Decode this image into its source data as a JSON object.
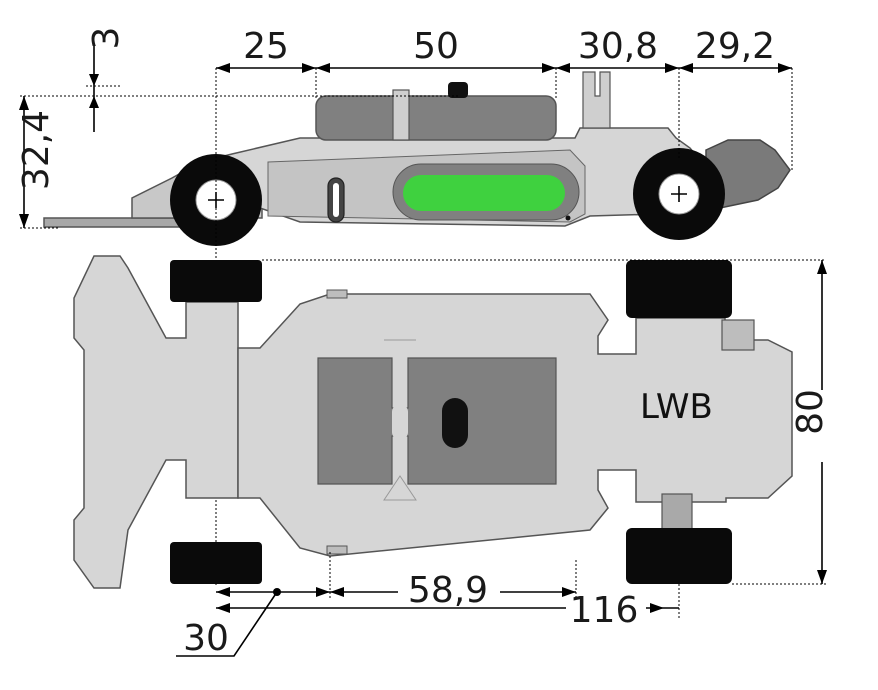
{
  "drawing": {
    "side_view": {
      "dimensions": {
        "offset_top": "3",
        "height": "32,4",
        "front_overhang": "25",
        "cockpit": "50",
        "rear_section": "30,8",
        "rear_tail": "29,2"
      }
    },
    "top_view": {
      "label": "LWB",
      "dimensions": {
        "width": "80",
        "guide_offset": "30",
        "midsection": "58,9",
        "wheelbase": "116"
      }
    }
  },
  "colors": {
    "body_light": "#d6d6d6",
    "body_mid": "#c6c6c6",
    "panel_dark": "#808080",
    "tyre": "#0a0a0a",
    "hub": "#ffffff",
    "accent_green": "#3fd13f",
    "rear_wing": "#7a7a7a"
  }
}
